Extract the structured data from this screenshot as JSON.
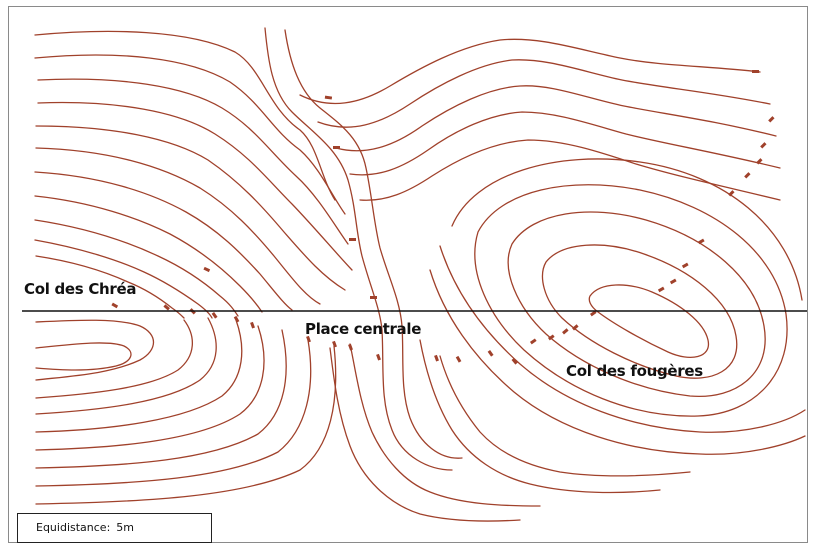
{
  "map": {
    "labels": {
      "col_chrea": "Col des Chréa",
      "place_centrale": "Place centrale",
      "col_fougeres": "Col des fougères"
    },
    "legend": {
      "caption": "Equidistance:",
      "value": "5m"
    },
    "colors": {
      "contour": "#a0412b",
      "profile_line": "#111111",
      "background": "#ffffff"
    }
  }
}
